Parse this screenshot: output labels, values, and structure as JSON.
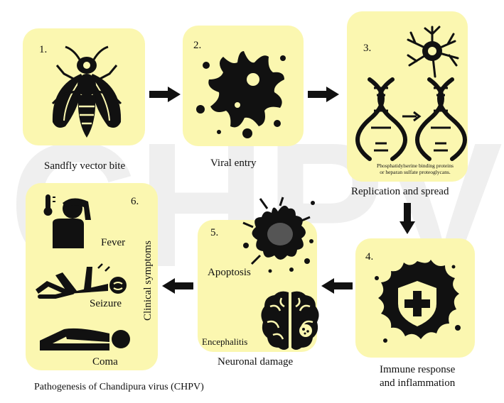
{
  "watermark": "CHPV",
  "steps": [
    {
      "number": "1.",
      "label": "Sandfly vector bite",
      "icon": "sandfly-icon"
    },
    {
      "number": "2.",
      "label": "Viral entry",
      "icon": "virus-icon"
    },
    {
      "number": "3.",
      "label": "Replication and spread",
      "icon": "dna-replication-icon",
      "note": [
        "Phosphatidylserine binding proteins",
        "or heparan sulfate proteoglycans."
      ]
    },
    {
      "number": "4.",
      "label": [
        "Immune response",
        "and inflammation"
      ],
      "icon": "shield-cross-icon"
    },
    {
      "number": "5.",
      "label": "Neuronal damage",
      "sub_labels": [
        "Apoptosis",
        "Encephalitis"
      ],
      "icon": "brain-icon"
    },
    {
      "number": "6.",
      "label": "Clinical symptoms",
      "sub_labels": [
        "Fever",
        "Seizure",
        "Coma"
      ],
      "icon": "patient-icons"
    }
  ],
  "caption": "Pathogenesis of Chandipura virus (CHPV)",
  "colors": {
    "box": "#fbf7b0",
    "icon": "#111111",
    "watermark": "#eeeeee"
  }
}
